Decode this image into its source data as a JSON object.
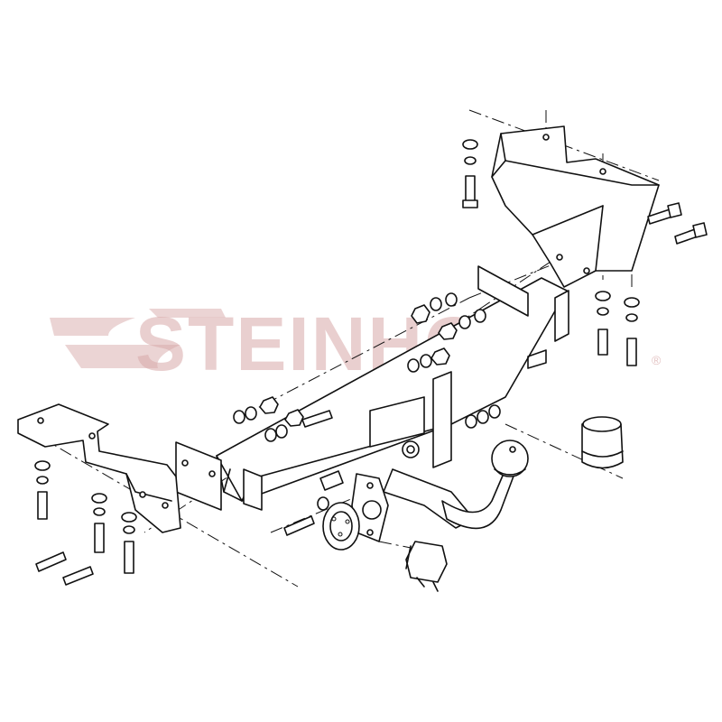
{
  "watermark": {
    "brand": "STEINHOF",
    "registered": "®",
    "color": "#d8a9a9"
  },
  "drawing": {
    "line_color": "#111111",
    "background": "#ffffff",
    "parts": [
      "right-side-bracket",
      "left-side-bracket",
      "main-crossbar",
      "tow-ball-neck",
      "ball-cover-cap",
      "socket-plate",
      "wiring-socket",
      "bolts",
      "nuts",
      "washers"
    ]
  }
}
